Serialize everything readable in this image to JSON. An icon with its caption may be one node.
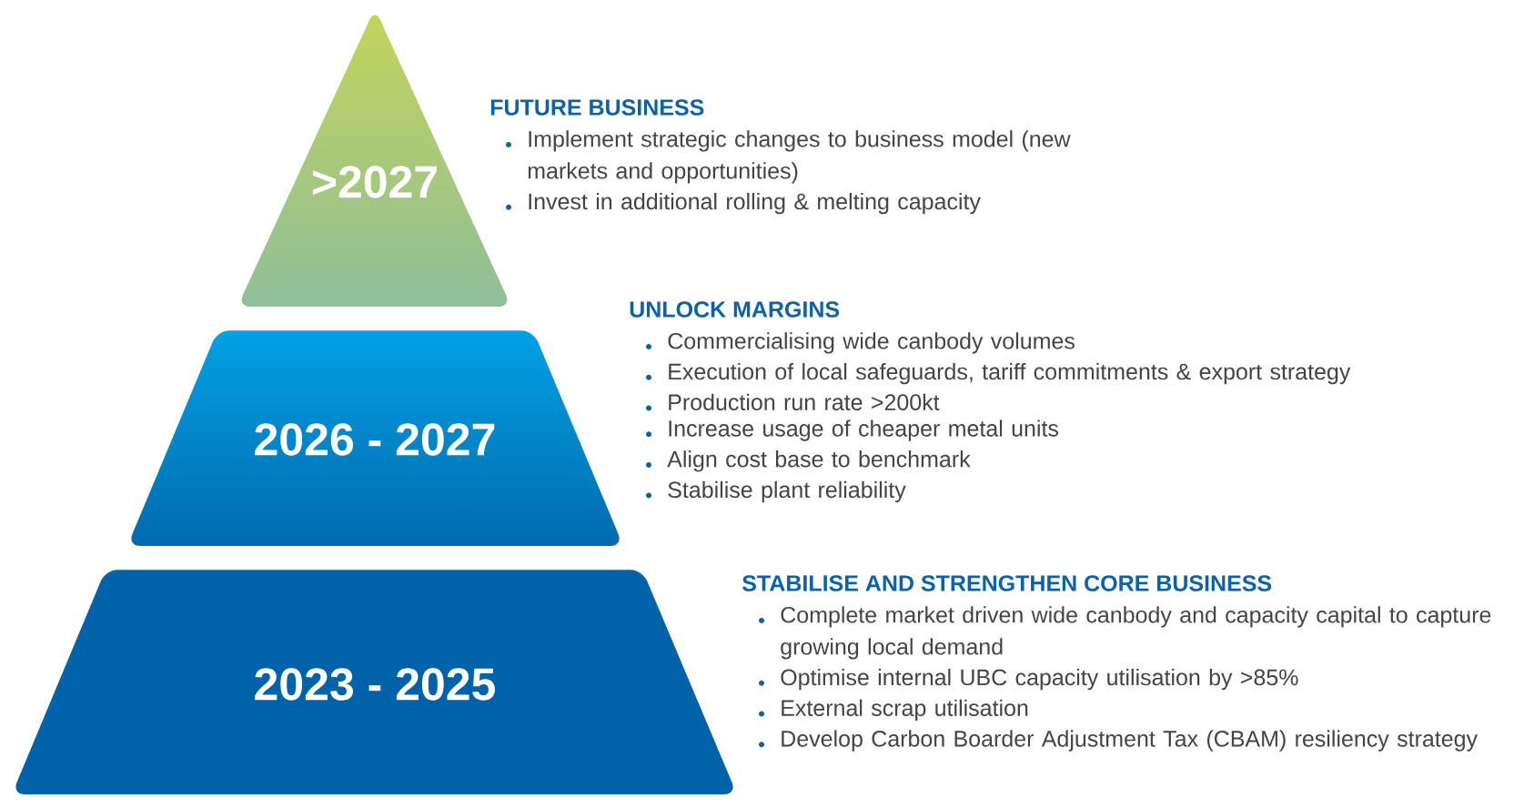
{
  "diagram": {
    "nodes": [
      {
        "text": [
          ">2027"
        ],
        "beside": [
          "FUTURE BUSINESS",
          "Implement strategic changes to business model (new markets and opportunities)",
          "Invest in additional rolling & melting capacity"
        ]
      },
      {
        "text": [
          "2026 - 2027"
        ],
        "beside": [
          "UNLOCK MARGINS",
          "Commercialising wide canbody volumes",
          "Execution of local safeguards, tariff commitments & export strategy",
          "Production run rate >200kt",
          "Increase usage of cheaper metal units",
          "Align cost base to benchmark",
          "Stabilise plant reliability"
        ]
      },
      {
        "text": [
          "2023 - 2025"
        ],
        "beside": [
          "STABILISE AND STRENGTHEN CORE BUSINESS",
          "Complete market driven wide canbody and capacity capital to capture growing local demand",
          "Optimise internal UBC capacity utilisation by >85%",
          "External scrap utilisation",
          "Develop Carbon Boarder Adjustment Tax (CBAM) resiliency strategy"
        ]
      }
    ]
  }
}
